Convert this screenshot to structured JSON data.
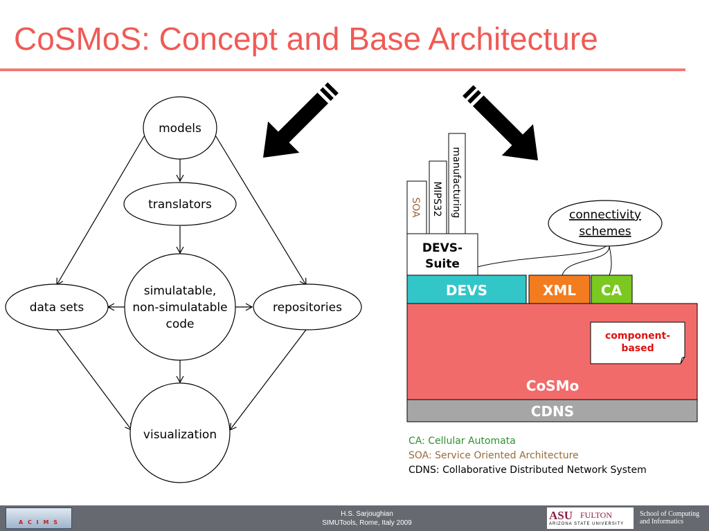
{
  "title": "CoSMoS: Concept and Base Architecture",
  "flow": {
    "models": "models",
    "translators": "translators",
    "code_lines": [
      "simulatable,",
      "non-simulatable",
      "code"
    ],
    "data_sets": "data sets",
    "repositories": "repositories",
    "visualization": "visualization"
  },
  "stack": {
    "soa": "SOA",
    "mips32": "MIPS32",
    "manufacturing": "manufacturing",
    "devs_suite_lines": [
      "DEVS-",
      "Suite"
    ],
    "connectivity_lines": [
      "connectivity",
      "schemes"
    ],
    "devs": "DEVS",
    "xml": "XML",
    "ca": "CA",
    "component_lines": [
      "component-",
      "based"
    ],
    "cosmo": "CoSMo",
    "cdns": "CDNS"
  },
  "legend": {
    "ca": "CA: Cellular Automata",
    "soa": "SOA: Service Oriented Architecture",
    "cdns": "CDNS: Collaborative Distributed Network System"
  },
  "footer": {
    "left_logo_text": "A C I M S",
    "author": "H.S. Sarjoughian",
    "venue": "SIMUTools, Rome, Italy 2009",
    "asu_logo": "ASU",
    "fulton": "FULTON",
    "asu_full": "ARIZONA STATE UNIVERSITY",
    "school_line1": "School of Computing",
    "school_line2": "and Informatics"
  },
  "colors": {
    "title": "#f05a55",
    "devs": "#33c6c8",
    "xml": "#f47c20",
    "ca": "#7ac820",
    "cosmo": "#f26b6b",
    "cdns": "#a6a6a6",
    "component_text": "#e01010",
    "legend_ca": "#2f8f2f",
    "legend_soa": "#9a6a3a",
    "legend_cdns": "#000000",
    "soa_label": "#9a6a3a"
  }
}
